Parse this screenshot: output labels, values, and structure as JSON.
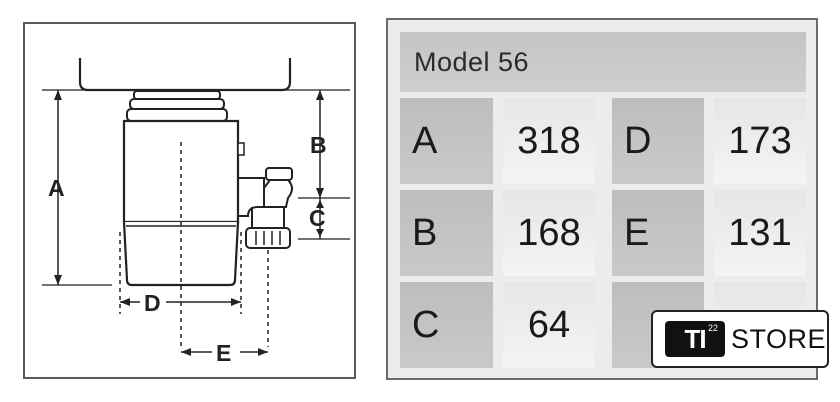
{
  "diagram": {
    "dimension_labels": {
      "a": "A",
      "b": "B",
      "c": "C",
      "d": "D",
      "e": "E"
    }
  },
  "spec_table": {
    "title": "Model 56",
    "rows": [
      {
        "label1": "A",
        "value1": "318",
        "label2": "D",
        "value2": "173"
      },
      {
        "label1": "B",
        "value1": "168",
        "label2": "E",
        "value2": "131"
      },
      {
        "label1": "C",
        "value1": "64",
        "label2": "",
        "value2": ""
      }
    ]
  },
  "store_badge": {
    "logo_text": "TI",
    "logo_superscript": "22",
    "store_text": "STORE"
  },
  "colors": {
    "line": "#222222",
    "cell_dark": "#c2c2c2",
    "cell_light": "#efefef",
    "frame": "#5a5a5a"
  }
}
